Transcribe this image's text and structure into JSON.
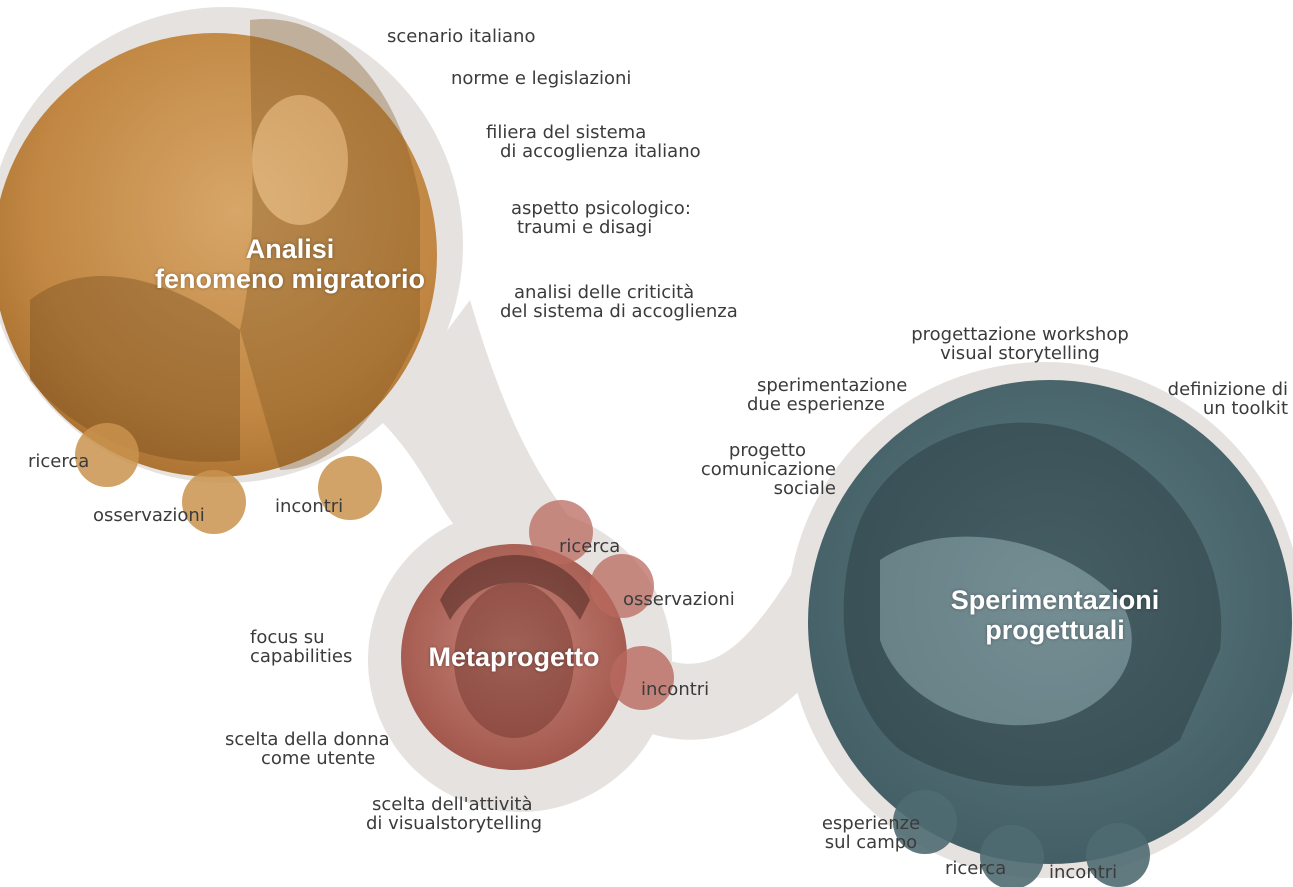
{
  "colors": {
    "connector": "#e6e2df",
    "analisi": "#c9934e",
    "meta": "#b9695f",
    "speri": "#4f6b72"
  },
  "analisi": {
    "title": [
      "Analisi",
      "fenomeno migratorio"
    ],
    "topics": [
      "scenario italiano",
      "norme e legislazioni",
      [
        "filiera del sistema",
        "di accoglienza italiano"
      ],
      [
        "aspetto psicologico:",
        "traumi e disagi"
      ],
      [
        "analisi delle criticità",
        "del sistema di accoglienza"
      ]
    ],
    "bubbles": [
      "ricerca",
      "osservazioni",
      "incontri"
    ]
  },
  "meta": {
    "title": "Metaprogetto",
    "topics": [
      [
        "focus su",
        "capabilities"
      ],
      [
        "scelta della donna",
        "come utente"
      ],
      [
        "scelta dell'attività",
        "di visualstorytelling"
      ]
    ],
    "bubbles": [
      "ricerca",
      "osservazioni",
      "incontri"
    ]
  },
  "speri": {
    "title": [
      "Sperimentazioni",
      "progettuali"
    ],
    "topics": [
      [
        "progettazione workshop",
        "visual storytelling"
      ],
      [
        "sperimentazione",
        "due esperienze"
      ],
      [
        "definizione di",
        "un toolkit"
      ],
      [
        "progetto",
        "comunicazione",
        "sociale"
      ]
    ],
    "bubbles": [
      [
        "esperienze",
        "sul campo"
      ],
      "ricerca",
      "incontri"
    ]
  }
}
